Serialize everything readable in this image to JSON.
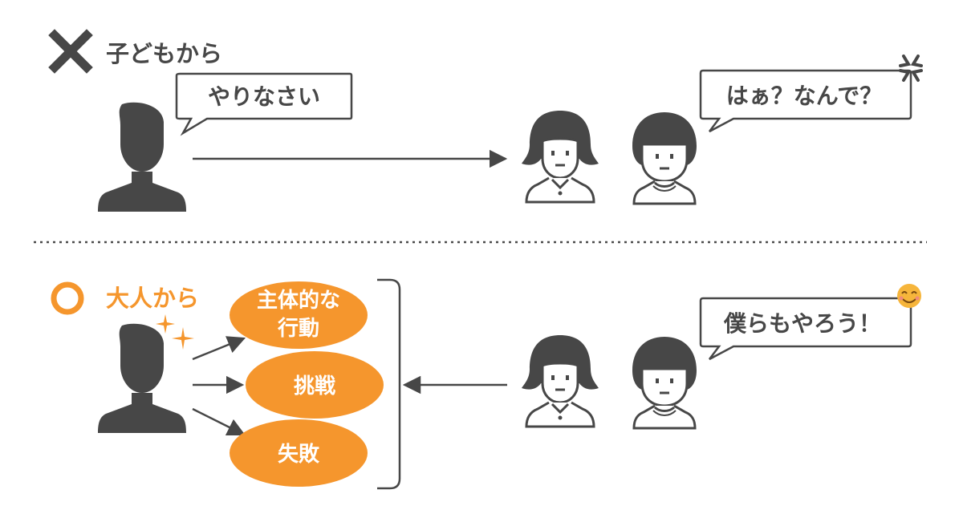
{
  "top": {
    "title": "子どもから",
    "speech_adult": "やりなさい",
    "speech_children": "はぁ？なんで？"
  },
  "bottom": {
    "title": "大人から",
    "options": [
      "主体的な",
      "行動",
      "挑戦",
      "失敗"
    ],
    "speech_children": "僕らもやろう！"
  },
  "colors": {
    "gray": "#474747",
    "orange": "#f5962d",
    "dotted": "#4a4a4a",
    "emoji": "#f6b53b"
  },
  "icons": [
    "cross-mark-icon",
    "circle-mark-icon",
    "adult-silhouette-icon",
    "girl-icon",
    "boy-icon",
    "anger-vein-icon",
    "sparkle-icon",
    "smile-emoji-icon"
  ]
}
